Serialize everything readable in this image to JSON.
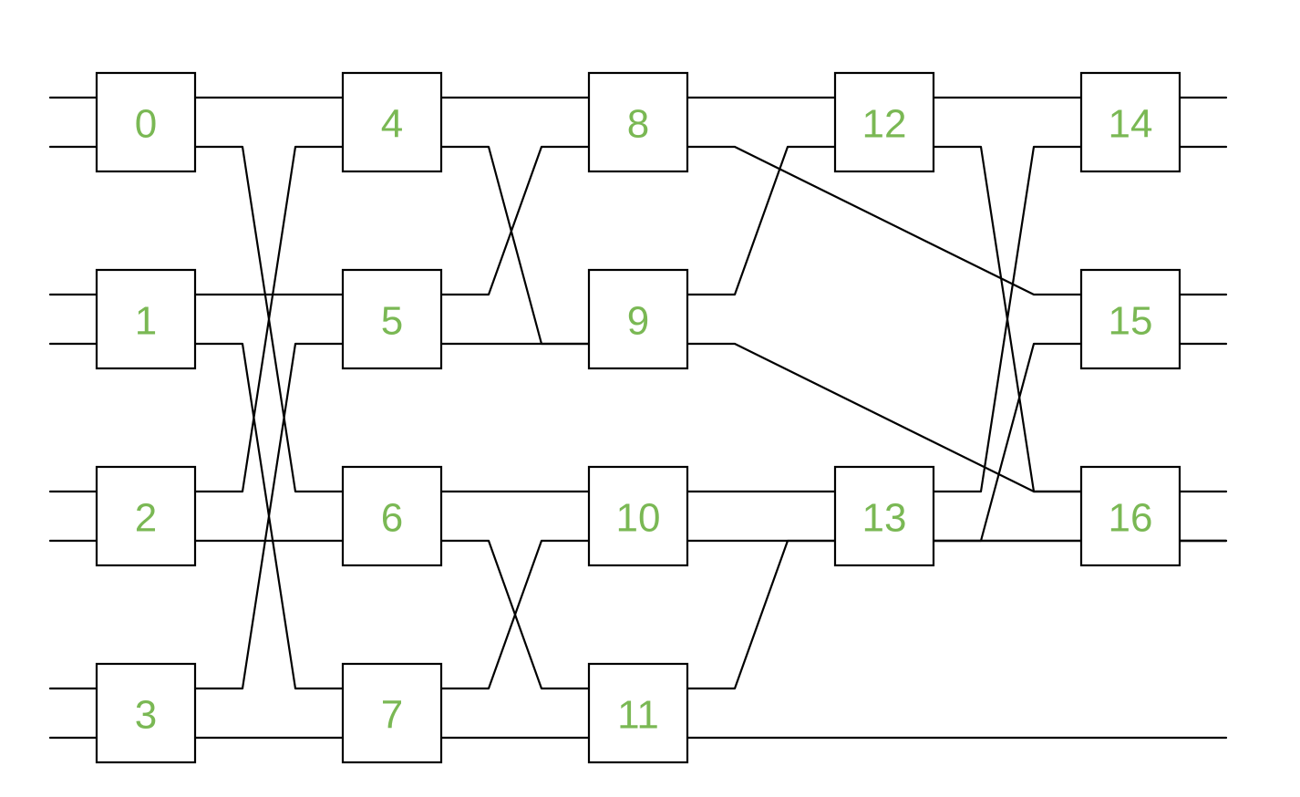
{
  "colors": {
    "label": "#7ab854",
    "line": "#000000",
    "background": "#ffffff"
  },
  "nodes": [
    {
      "id": "0",
      "label": "0"
    },
    {
      "id": "1",
      "label": "1"
    },
    {
      "id": "2",
      "label": "2"
    },
    {
      "id": "3",
      "label": "3"
    },
    {
      "id": "4",
      "label": "4"
    },
    {
      "id": "5",
      "label": "5"
    },
    {
      "id": "6",
      "label": "6"
    },
    {
      "id": "7",
      "label": "7"
    },
    {
      "id": "8",
      "label": "8"
    },
    {
      "id": "9",
      "label": "9"
    },
    {
      "id": "10",
      "label": "10"
    },
    {
      "id": "11",
      "label": "11"
    },
    {
      "id": "12",
      "label": "12"
    },
    {
      "id": "13",
      "label": "13"
    },
    {
      "id": "14",
      "label": "14"
    },
    {
      "id": "15",
      "label": "15"
    },
    {
      "id": "16",
      "label": "16"
    }
  ],
  "inputs": [
    "0.in0",
    "0.in1",
    "1.in0",
    "1.in1",
    "2.in0",
    "2.in1",
    "3.in0",
    "3.in1"
  ],
  "outputs": [
    "14.out0",
    "14.out1",
    "15.out0",
    "15.out1",
    "16.out0",
    "16.out1",
    "13.out1",
    "11.out1"
  ],
  "connections": [
    [
      "0.out0",
      "4.in0"
    ],
    [
      "0.out1",
      "6.in0"
    ],
    [
      "1.out0",
      "5.in0"
    ],
    [
      "1.out1",
      "7.in0"
    ],
    [
      "2.out0",
      "4.in1"
    ],
    [
      "2.out1",
      "6.in1"
    ],
    [
      "3.out0",
      "5.in1"
    ],
    [
      "3.out1",
      "7.in1"
    ],
    [
      "4.out0",
      "8.in0"
    ],
    [
      "4.out1",
      "9.in1"
    ],
    [
      "5.out0",
      "8.in1"
    ],
    [
      "5.out1",
      "9.in1"
    ],
    [
      "6.out0",
      "10.in0"
    ],
    [
      "6.out1",
      "11.in0"
    ],
    [
      "7.out0",
      "10.in1"
    ],
    [
      "7.out1",
      "11.in1"
    ],
    [
      "8.out0",
      "12.in0"
    ],
    [
      "8.out1",
      "15.in0"
    ],
    [
      "9.out0",
      "12.in1"
    ],
    [
      "9.out1",
      "16.in0"
    ],
    [
      "10.out0",
      "13.in0"
    ],
    [
      "10.out1",
      "13.out1"
    ],
    [
      "11.out0",
      "13.in1"
    ],
    [
      "12.out0",
      "14.in0"
    ],
    [
      "12.out1",
      "16.in0"
    ],
    [
      "13.out0",
      "14.in1"
    ],
    [
      "13.out1",
      "15.in1"
    ]
  ]
}
